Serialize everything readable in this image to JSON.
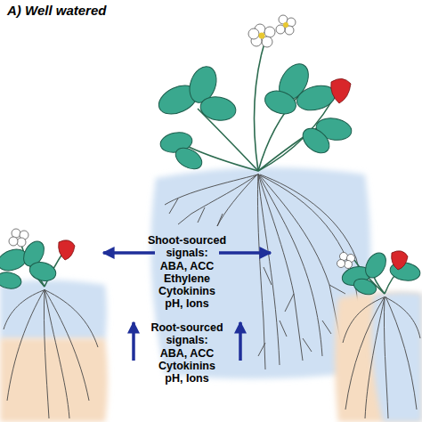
{
  "diagram": {
    "title": "A) Well watered",
    "labels": [
      "Shoot-sourced signals:",
      "ABA, ACC",
      "Ethylene",
      "Cytokinins",
      "pH, Ions",
      "Root-sourced signals:",
      "ABA, ACC",
      "Cytokinins",
      "pH, Ions"
    ]
  }
}
